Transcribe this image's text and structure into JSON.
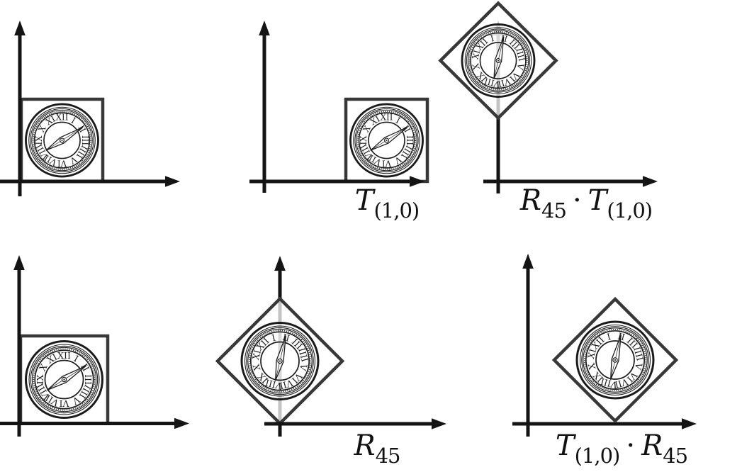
{
  "figure": {
    "description": "Six coordinate-axes panels showing a clock inside a unit square transformed by translation and 45-degree rotation in different orders",
    "colors": {
      "background": "#ffffff",
      "axis": "#141414",
      "shape_stroke": "#383838",
      "axis_seen_through_shape": "#c8c8c8",
      "text": "#111111"
    }
  },
  "clock": {
    "numerals": [
      "XII",
      "I",
      "II",
      "III",
      "IIII",
      "V",
      "VI",
      "VII",
      "VIII",
      "IX",
      "X",
      "XI"
    ]
  },
  "panels": [
    {
      "id": "top-left-original",
      "transform": "identity",
      "label_terms": []
    },
    {
      "id": "top-middle-translated",
      "transform": "T(1,0)",
      "label_terms": [
        {
          "main": "T",
          "sub": "(1,0)"
        }
      ]
    },
    {
      "id": "top-right-rotated-after-translated",
      "transform": "R45 . T(1,0)",
      "label_terms": [
        {
          "main": "R",
          "sub": "45"
        },
        {
          "dot": "·"
        },
        {
          "main": "T",
          "sub": "(1,0)"
        }
      ]
    },
    {
      "id": "bottom-left-original",
      "transform": "identity",
      "label_terms": []
    },
    {
      "id": "bottom-middle-rotated",
      "transform": "R45",
      "label_terms": [
        {
          "main": "R",
          "sub": "45"
        }
      ]
    },
    {
      "id": "bottom-right-translated-after-rotated",
      "transform": "T(1,0) . R45",
      "label_terms": [
        {
          "main": "T",
          "sub": "(1,0)"
        },
        {
          "dot": "·"
        },
        {
          "main": "R",
          "sub": "45"
        }
      ]
    }
  ]
}
